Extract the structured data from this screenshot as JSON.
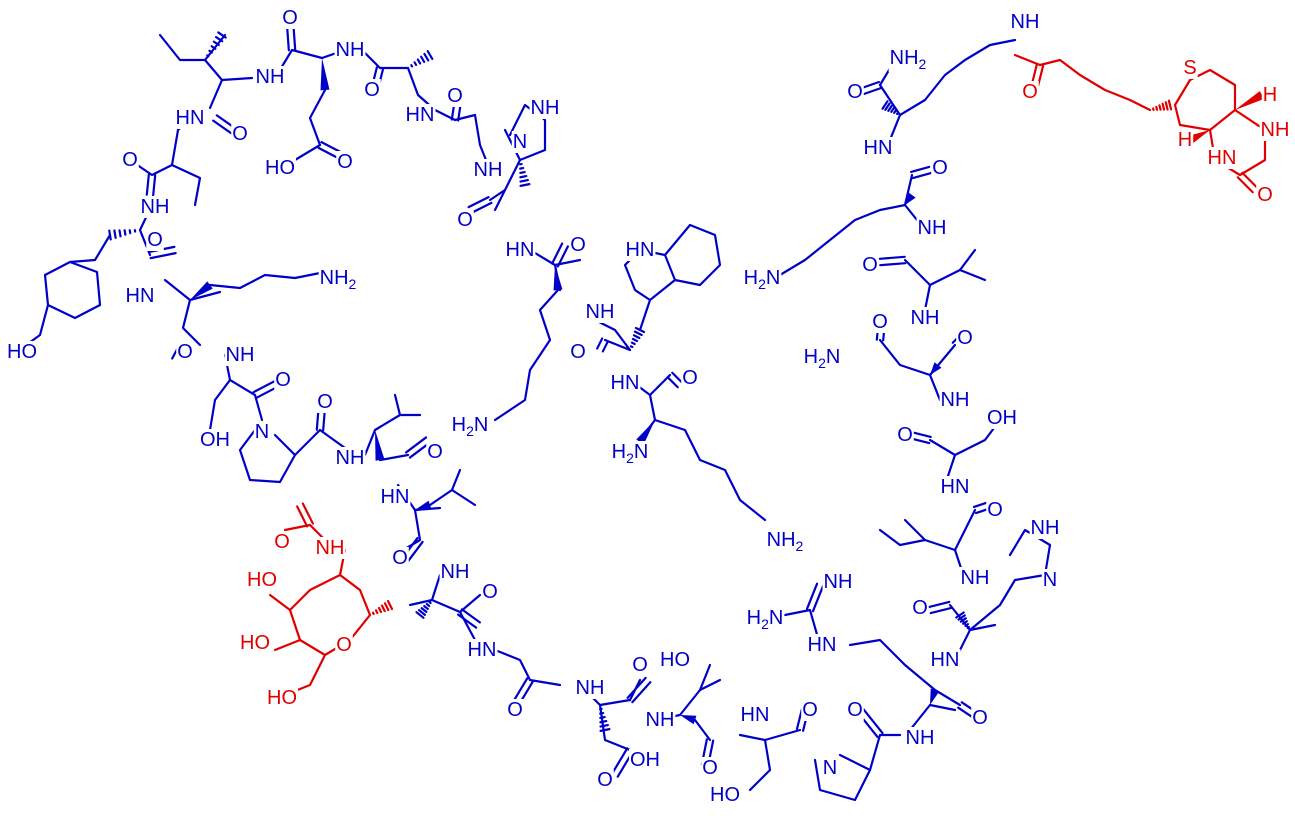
{
  "colors": {
    "peptide": "#0000C8",
    "modification": "#E00000",
    "background": "#ffffff"
  },
  "labels": {
    "nh": "NH",
    "hn": "HN",
    "n": "N",
    "nh2": "NH2",
    "h2n": "H2N",
    "o": "O",
    "oh": "OH",
    "ho": "HO",
    "s": "S",
    "h": "H"
  }
}
